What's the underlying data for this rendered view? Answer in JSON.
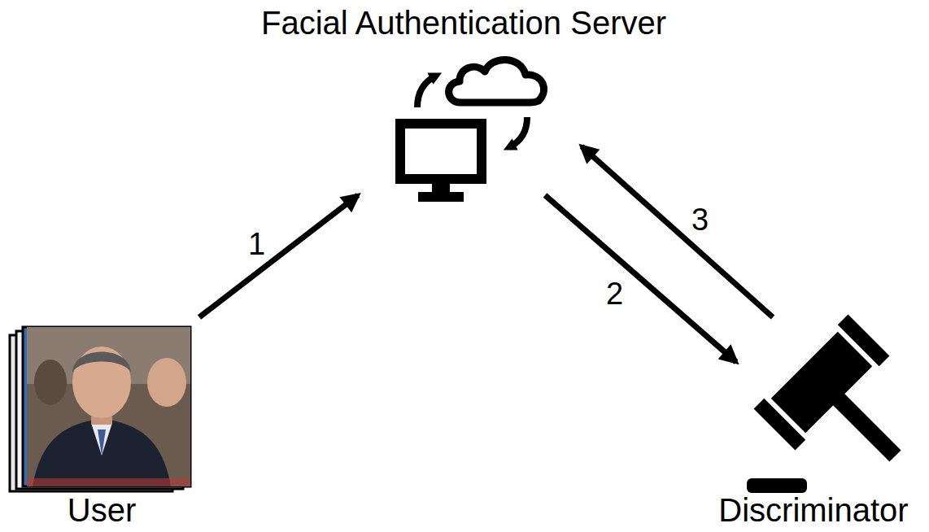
{
  "diagram": {
    "nodes": [
      {
        "text": [
          "Facial Authentication Server"
        ]
      },
      {
        "text": [
          "User"
        ]
      },
      {
        "text": [
          "Discriminator"
        ]
      }
    ],
    "edges": [
      {
        "from": 1,
        "to": 0,
        "label": "1",
        "arrow": "to"
      },
      {
        "from": 0,
        "to": 2,
        "label": "2",
        "arrow": "to"
      },
      {
        "from": 2,
        "to": 0,
        "label": "3",
        "arrow": "to"
      }
    ]
  }
}
